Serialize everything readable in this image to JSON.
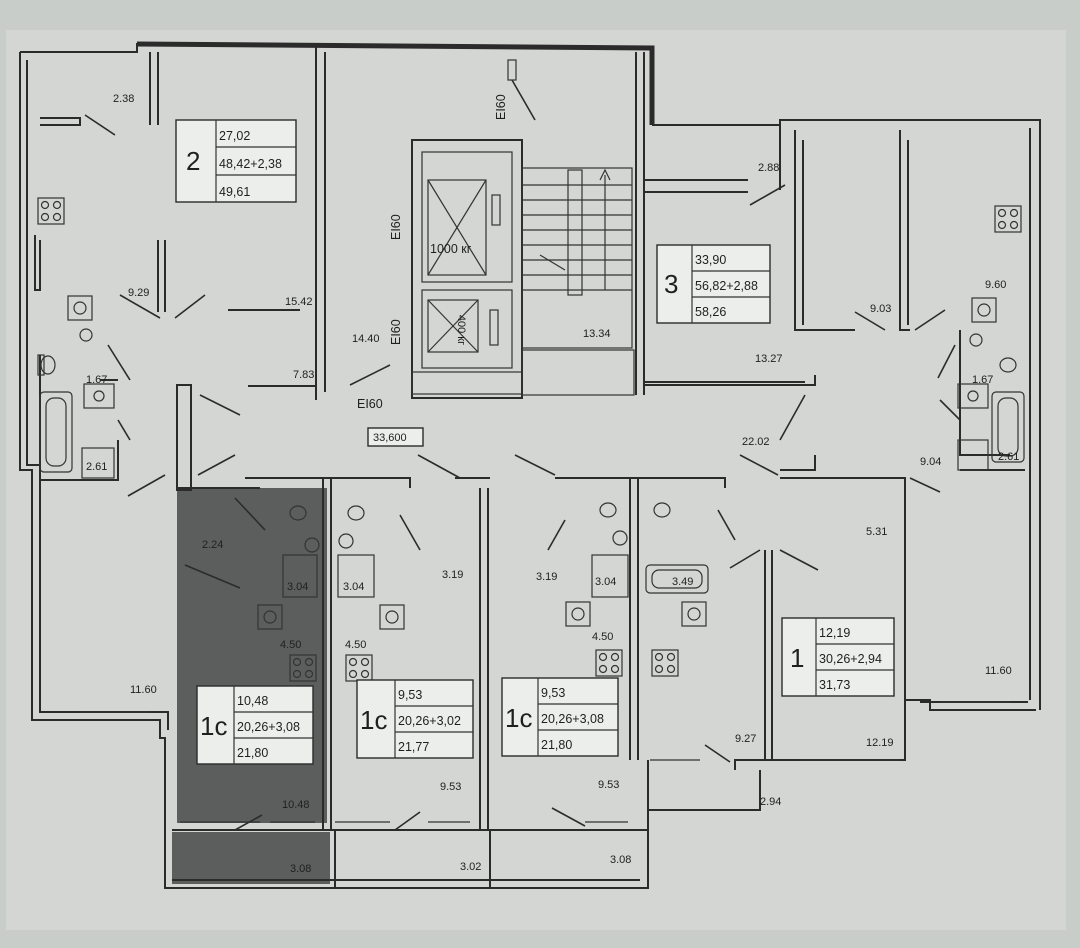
{
  "apartments": [
    {
      "id": "apt-2",
      "type": "2",
      "living": "27,02",
      "total": "48,42+2,38",
      "area": "49,61"
    },
    {
      "id": "apt-3",
      "type": "3",
      "living": "33,90",
      "total": "56,82+2,88",
      "area": "58,26"
    },
    {
      "id": "apt-1",
      "type": "1",
      "living": "12,19",
      "total": "30,26+2,94",
      "area": "31,73"
    },
    {
      "id": "apt-1c-a",
      "type": "1с",
      "living": "10,48",
      "total": "20,26+3,08",
      "area": "21,80"
    },
    {
      "id": "apt-1c-b",
      "type": "1с",
      "living": "9,53",
      "total": "20,26+3,02",
      "area": "21,77"
    },
    {
      "id": "apt-1c-c",
      "type": "1с",
      "living": "9,53",
      "total": "20,26+3,08",
      "area": "21,80"
    }
  ],
  "room_labels": [
    "2.38",
    "9.29",
    "15.42",
    "14.40",
    "7.83",
    "1.67",
    "2.61",
    "2.24",
    "11.60",
    "3.04",
    "3.04",
    "4.50",
    "4.50",
    "10.48",
    "3.08",
    "9.53",
    "3.02",
    "3.19",
    "3.19",
    "3.04",
    "3.49",
    "4.50",
    "9.53",
    "3.08",
    "2.88",
    "9.03",
    "13.27",
    "13.34",
    "9.60",
    "1.67",
    "22.02",
    "9.04",
    "2.61",
    "5.31",
    "9.27",
    "12.19",
    "2.94",
    "11.60"
  ],
  "fire_labels": [
    "EI60",
    "EI60",
    "EI60",
    "EI60"
  ],
  "elevators": {
    "large": "1000 кг",
    "small": "400 кг"
  },
  "elevation": "33,600"
}
